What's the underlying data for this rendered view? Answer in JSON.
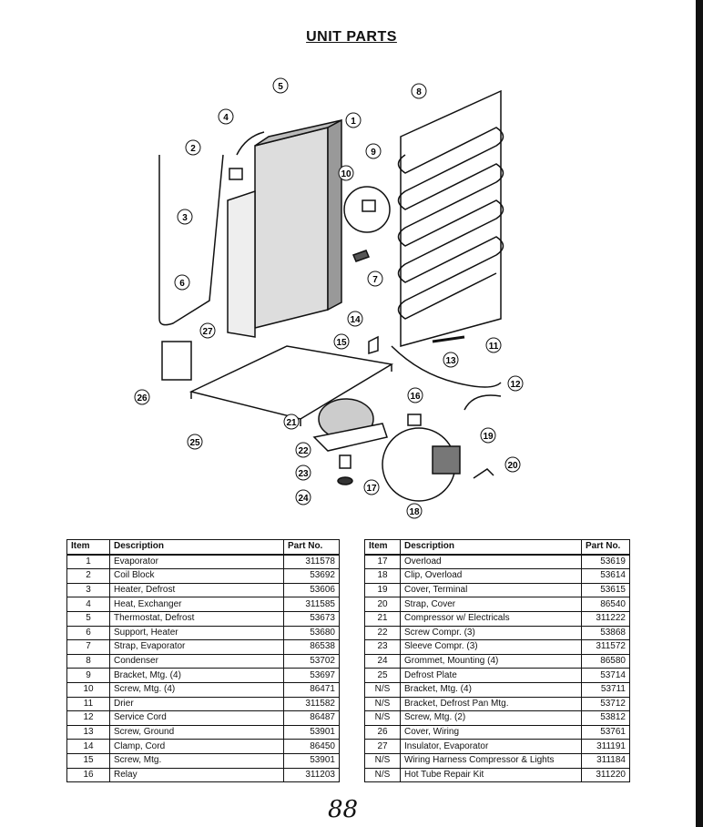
{
  "title": "UNIT PARTS",
  "callouts": [
    "1",
    "2",
    "3",
    "4",
    "5",
    "6",
    "7",
    "8",
    "9",
    "10",
    "11",
    "12",
    "13",
    "14",
    "15",
    "16",
    "17",
    "18",
    "19",
    "20",
    "21",
    "22",
    "23",
    "24",
    "25",
    "26",
    "27"
  ],
  "table_headers": {
    "item": "Item",
    "description": "Description",
    "part_no": "Part No."
  },
  "table_headers_right": {
    "item": "Item",
    "description": "Description",
    "part_no": "Part No."
  },
  "parts_left": [
    {
      "item": "1",
      "description": "Evaporator",
      "part_no": "311578"
    },
    {
      "item": "2",
      "description": "Coil Block",
      "part_no": "53692"
    },
    {
      "item": "3",
      "description": "Heater, Defrost",
      "part_no": "53606"
    },
    {
      "item": "4",
      "description": "Heat, Exchanger",
      "part_no": "311585"
    },
    {
      "item": "5",
      "description": "Thermostat, Defrost",
      "part_no": "53673"
    },
    {
      "item": "6",
      "description": "Support, Heater",
      "part_no": "53680"
    },
    {
      "item": "7",
      "description": "Strap, Evaporator",
      "part_no": "86538"
    },
    {
      "item": "8",
      "description": "Condenser",
      "part_no": "53702"
    },
    {
      "item": "9",
      "description": "Bracket, Mtg. (4)",
      "part_no": "53697"
    },
    {
      "item": "10",
      "description": "Screw, Mtg. (4)",
      "part_no": "86471"
    },
    {
      "item": "11",
      "description": "Drier",
      "part_no": "311582"
    },
    {
      "item": "12",
      "description": "Service Cord",
      "part_no": "86487"
    },
    {
      "item": "13",
      "description": "Screw, Ground",
      "part_no": "53901"
    },
    {
      "item": "14",
      "description": "Clamp, Cord",
      "part_no": "86450"
    },
    {
      "item": "15",
      "description": "Screw, Mtg.",
      "part_no": "53901"
    },
    {
      "item": "16",
      "description": "Relay",
      "part_no": "311203"
    }
  ],
  "parts_right": [
    {
      "item": "17",
      "description": "Overload",
      "part_no": "53619"
    },
    {
      "item": "18",
      "description": "Clip, Overload",
      "part_no": "53614"
    },
    {
      "item": "19",
      "description": "Cover, Terminal",
      "part_no": "53615"
    },
    {
      "item": "20",
      "description": "Strap, Cover",
      "part_no": "86540"
    },
    {
      "item": "21",
      "description": "Compressor w/ Electricals",
      "part_no": "311222"
    },
    {
      "item": "22",
      "description": "Screw Compr. (3)",
      "part_no": "53868"
    },
    {
      "item": "23",
      "description": "Sleeve Compr. (3)",
      "part_no": "311572"
    },
    {
      "item": "24",
      "description": "Grommet, Mounting (4)",
      "part_no": "86580"
    },
    {
      "item": "25",
      "description": "Defrost Plate",
      "part_no": "53714"
    },
    {
      "item": "N/S",
      "description": "Bracket, Mtg. (4)",
      "part_no": "53711"
    },
    {
      "item": "N/S",
      "description": "Bracket, Defrost Pan Mtg.",
      "part_no": "53712"
    },
    {
      "item": "N/S",
      "description": "Screw, Mtg. (2)",
      "part_no": "53812"
    },
    {
      "item": "26",
      "description": "Cover, Wiring",
      "part_no": "53761"
    },
    {
      "item": "27",
      "description": "Insulator, Evaporator",
      "part_no": "311191"
    },
    {
      "item": "N/S",
      "description": "Wiring Harness Compressor & Lights",
      "part_no": "311184"
    },
    {
      "item": "N/S",
      "description": "Hot Tube Repair Kit",
      "part_no": "311220"
    }
  ],
  "footer_mark": "88"
}
